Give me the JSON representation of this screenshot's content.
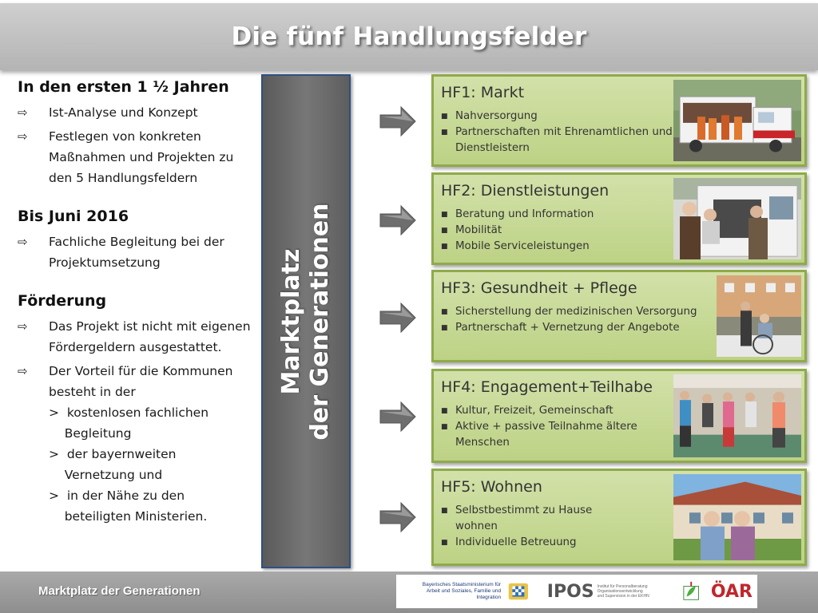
{
  "header": {
    "title": "Die fünf Handlungsfelder"
  },
  "left": {
    "s1_title": "In den ersten 1 ½ Jahren",
    "s1_b1": "Ist-Analyse und Konzept",
    "s1_b2": "Festlegen von konkreten Maßnahmen und Projekten zu den 5 Handlungsfeldern",
    "s2_title": "Bis Juni 2016",
    "s2_b1": "Fachliche Begleitung bei der Projektumsetzung",
    "s3_title": "Förderung",
    "s3_b1": "Das Projekt ist nicht mit eigenen Fördergeldern ausgestattet.",
    "s3_b2": "Der Vorteil für die Kommunen besteht in der",
    "s3_sub1": ">  kostenlosen fachlichen\n    Begleitung",
    "s3_sub2": ">  der bayernweiten\n    Vernetzung und",
    "s3_sub3": ">  in der Nähe zu den\n    beteiligten Ministerien."
  },
  "center": {
    "line1": "Marktplatz",
    "line2": "der Generationen"
  },
  "fields": {
    "hf1": {
      "title": "HF1: Markt",
      "i1": "Nahversorgung",
      "i2": "Partnerschaften mit Ehrenamtlichen und Dienstleistern"
    },
    "hf2": {
      "title": "HF2: Dienstleistungen",
      "i1": "Beratung und Information",
      "i2": "Mobilität",
      "i3": "Mobile Serviceleistungen"
    },
    "hf3": {
      "title": "HF3: Gesundheit + Pflege",
      "i1": "Sicherstellung der medizinischen Versorgung",
      "i2": "Partnerschaft + Vernetzung der Angebote"
    },
    "hf4": {
      "title": "HF4: Engagement+Teilhabe",
      "i1": "Kultur, Freizeit, Gemeinschaft",
      "i2": "Aktive + passive Teilnahme ältere Menschen"
    },
    "hf5": {
      "title": "HF5: Wohnen",
      "i1": "Selbstbestimmt zu Hause wohnen",
      "i2": "Individuelle Betreuung"
    }
  },
  "footer": {
    "text": "Marktplatz der Generationen",
    "ministry_line1": "Bayerisches Staatsministerium für",
    "ministry_line2": "Arbeit und Soziales, Familie und Integration",
    "ipos": "IPOS",
    "ipos_sub": "Institut für Personalberatung\nOrganisationsentwicklung\nund Supervision in der EKHN",
    "oear": "ÖAR"
  },
  "icons": {
    "bullet": "outline-arrow-icon",
    "item": "square-bullet-icon",
    "connector": "gray-block-arrow-icon"
  },
  "colors": {
    "panel_fill": "#c9dc97",
    "panel_border": "#8faa4b",
    "title_bar": "#bfbfbf",
    "center_panel": "#6a6a6a"
  }
}
